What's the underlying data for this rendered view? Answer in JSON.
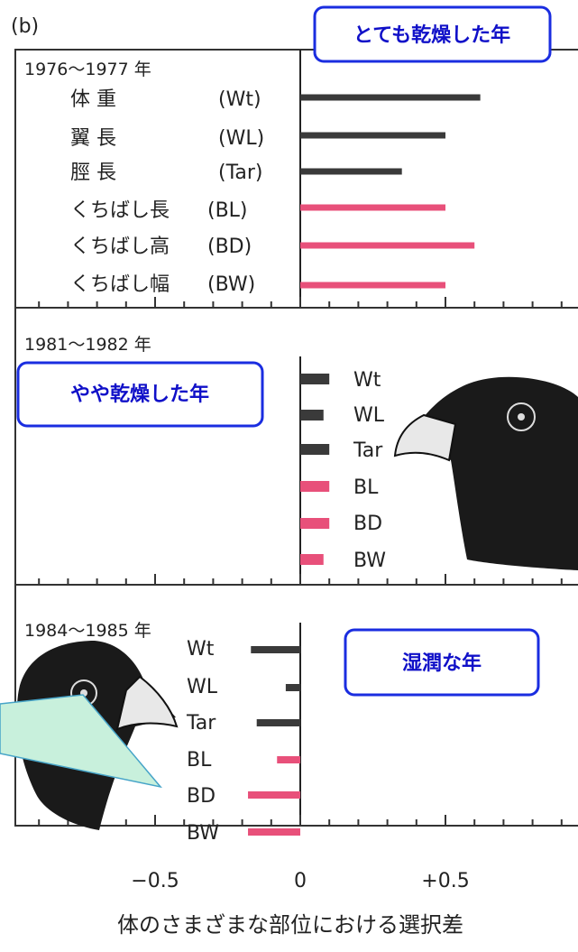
{
  "panel_label": "(b)",
  "callouts": {
    "very_dry": "とても乾燥した年",
    "somewhat_dry": "やや乾燥した年",
    "wet": "湿潤な年"
  },
  "axis": {
    "tick_labels": [
      "−0.5",
      "0",
      "+0.5"
    ],
    "xlabel": "体のさまざまな部位における選択差"
  },
  "colors": {
    "body_traits": "#3a3a3a",
    "beak_traits": "#e8507a",
    "callout_border": "#1a2de0",
    "callout_text": "#1010c8",
    "pointer_fill": "#c8f0dc"
  },
  "icons": [
    "finch-head-large-beak",
    "finch-head-small-beak"
  ],
  "chart_data": [
    {
      "type": "bar",
      "orientation": "horizontal",
      "title": "1976〜1977 年",
      "categories": [
        "体 重 (Wt)",
        "翼 長 (WL)",
        "脛 長 (Tar)",
        "くちばし長(BL)",
        "くちばし高(BD)",
        "くちばし幅(BW)"
      ],
      "label_parts": [
        [
          "体 重",
          "(Wt)"
        ],
        [
          "翼 長",
          "(WL)"
        ],
        [
          "脛 長",
          "(Tar)"
        ],
        [
          "くちばし長",
          "(BL)"
        ],
        [
          "くちばし高",
          "(BD)"
        ],
        [
          "くちばし幅",
          "(BW)"
        ]
      ],
      "values": [
        0.62,
        0.5,
        0.35,
        0.5,
        0.6,
        0.5
      ],
      "trait_group": [
        "body",
        "body",
        "body",
        "beak",
        "beak",
        "beak"
      ],
      "xlim": [
        -1.0,
        1.0
      ]
    },
    {
      "type": "bar",
      "orientation": "horizontal",
      "title": "1981〜1982 年",
      "categories": [
        "Wt",
        "WL",
        "Tar",
        "BL",
        "BD",
        "BW"
      ],
      "values": [
        0.1,
        0.08,
        0.1,
        0.1,
        0.1,
        0.08
      ],
      "trait_group": [
        "body",
        "body",
        "body",
        "beak",
        "beak",
        "beak"
      ],
      "xlim": [
        -1.0,
        1.0
      ]
    },
    {
      "type": "bar",
      "orientation": "horizontal",
      "title": "1984〜1985 年",
      "categories": [
        "Wt",
        "WL",
        "Tar",
        "BL",
        "BD",
        "BW"
      ],
      "values": [
        -0.17,
        -0.05,
        -0.15,
        -0.08,
        -0.18,
        -0.18
      ],
      "trait_group": [
        "body",
        "body",
        "body",
        "beak",
        "beak",
        "beak"
      ],
      "xlim": [
        -1.0,
        1.0
      ]
    }
  ]
}
